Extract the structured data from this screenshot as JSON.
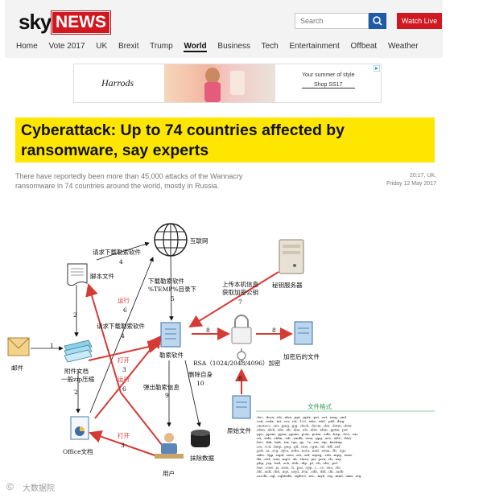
{
  "header": {
    "logo_sky": "sky",
    "logo_news": "NEWS",
    "search_placeholder": "Search",
    "watch_label": "Watch Live",
    "nav": [
      "Home",
      "Vote 2017",
      "UK",
      "Brexit",
      "Trump",
      "World",
      "Business",
      "Tech",
      "Entertainment",
      "Offbeat",
      "Weather"
    ],
    "nav_active": "World"
  },
  "ad": {
    "brand": "Harrods",
    "tagline": "Your summer of style",
    "cta": "Shop SS17"
  },
  "article": {
    "headline": "Cyberattack: Up to 74 countries affected by ransomware, say experts",
    "subhead": "There have reportedly been more than 45,000 attacks of the Wannacry ransomware in 74 countries around the world, mostly in Russia.",
    "time": "20:17, UK,",
    "date": "Friday 12 May 2017"
  },
  "diagram": {
    "internet": "互联网",
    "script": "脚本文件",
    "mail": "邮件",
    "attachment_1": "附件文档",
    "attachment_2": "一般zip压缩",
    "office": "Office文档",
    "user": "用户",
    "ransomware": "勒索软件",
    "key_server": "秘钥服务器",
    "encrypted_file": "加密后的文件",
    "original_file": "原始文件",
    "erase_data": "抹除数据",
    "request_download_1": "请求下载勒索软件",
    "request_download_2": "请求下载勒索软件",
    "download_1": "下载勒索软件",
    "download_2": "%TEMP%目录下",
    "upload_1": "上传本机信息",
    "upload_2": "获取加密公钥",
    "rsa": "RSA（1024/2048/4096）加密",
    "delete_self": "删除自身",
    "popup": "弹出勒索信息",
    "run_1": "运行",
    "run_2": "运行",
    "open_1": "打开",
    "open_2": "打开",
    "file_format_title": "文件格式",
    "file_format_lines": [
      ".doc, .docx, .xls, .xlsx, .ppt, .pptx, .pst, .ost, .msg, .eml",
      ".vsd, .vsdx, .txt, .csv, .rtf, .123, .wks, .wk1, .pdf, .dwg",
      ".onetoc2, .snt, .jpeg, .jpg, .docb, .docm, .dot, .dotm, .dotx",
      ".xlsm, .xlsb, .xlw, .xlt, .xlm, .xlc, .xltx, .xltm, .pptm, .pot",
      ".pps, .ppsm, .ppsx, .ppam, .potx, .potm, .edb, .hwp, .602, .sxi",
      ".sti, .sldx, .sldm, .vdi, .vmdk, .vmx, .gpg, .aes, .ARC, .PAQ",
      ".bz2, .tbk, .bak, .tar, .tgz, .gz, .7z, .rar, .zip, .backup",
      ".iso, .vcd, .bmp, .png, .gif, .raw, .cgm, .tif, .tiff, .nef",
      ".psd, .ai, .svg, .djvu, .m4u, .m3u, .mid, .wma, .flv, .3g2",
      ".mkv, .3gp, .mp4, .mov, .avi, .asf, .mpeg, .vob, .mpg, .wmv",
      ".fla, .swf, .wav, .mp3, .sh, .class, .jar, .java, .rb, .asp",
      ".php, .jsp, .brd, .sch, .dch, .dip, .pl, .vb, .vbs, .ps1",
      ".bat, .cmd, .js, .asm, .h, .pas, .cpp, .c, .cs, .suo, .sln",
      ".ldf, .mdf, .ibd, .myi, .myd, .frm, .odb, .dbf, .db, .mdb",
      ".accdb, .sql, .sqlitedb, .sqlite3, .asc, .lay6, .lay, .mml, .sxm, .otg"
    ],
    "numbers": {
      "req_top": "4",
      "req_mid": "4",
      "run_top": "6",
      "run_bottom": "6",
      "open_top": "3",
      "open_bottom": "3",
      "script_to_mail": "2",
      "attach_to_office": "2",
      "mail_to_attach": "1",
      "download": "5",
      "upload": "7",
      "encrypt_a": "8",
      "encrypt_b": "8",
      "encrypt_c": "8",
      "delete": "10",
      "popup": "9"
    }
  },
  "watermark": "大数据院"
}
